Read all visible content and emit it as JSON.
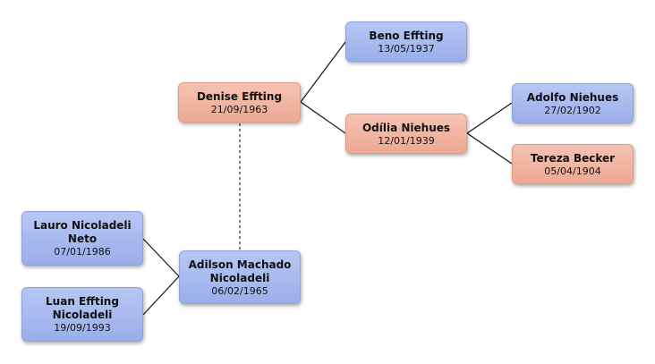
{
  "people": {
    "denise": {
      "name": "Denise Effting",
      "date": "21/09/1963",
      "gender": "female"
    },
    "beno": {
      "name": "Beno Effting",
      "date": "13/05/1937",
      "gender": "male"
    },
    "odilia": {
      "name": "Odília Niehues",
      "date": "12/01/1939",
      "gender": "female"
    },
    "adolfo": {
      "name": "Adolfo Niehues",
      "date": "27/02/1902",
      "gender": "male"
    },
    "tereza": {
      "name": "Tereza Becker",
      "date": "05/04/1904",
      "gender": "female"
    },
    "lauro": {
      "name": "Lauro Nicoladeli Neto",
      "date": "07/01/1986",
      "gender": "male"
    },
    "luan": {
      "name": "Luan Effting Nicoladeli",
      "date": "19/09/1993",
      "gender": "male"
    },
    "adilson": {
      "name": "Adilson Machado Nicoladeli",
      "date": "06/02/1965",
      "gender": "male"
    }
  },
  "relations": {
    "parents": [
      {
        "child": "denise",
        "parents": [
          "beno",
          "odilia"
        ]
      },
      {
        "child": "odilia",
        "parents": [
          "adolfo",
          "tereza"
        ]
      },
      {
        "child": "adilson",
        "children": [
          "lauro",
          "luan"
        ]
      }
    ],
    "spouses": [
      {
        "a": "denise",
        "b": "adilson",
        "style": "dashed"
      }
    ]
  },
  "colors": {
    "male": "#a5b8ee",
    "female": "#f1b5a2",
    "line": "#111111",
    "spouse_line": "#555555"
  }
}
